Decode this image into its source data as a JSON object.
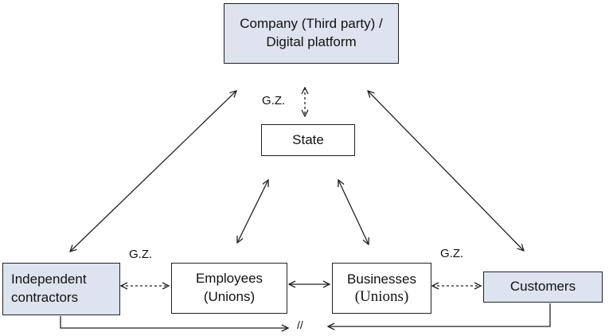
{
  "colors": {
    "shaded_fill": "#dde3ef",
    "plain_fill": "#ffffff",
    "stroke": "#222222"
  },
  "nodes": {
    "company": {
      "text": "Company (Third party) /\nDigital platform"
    },
    "state": {
      "text": "State"
    },
    "independent": {
      "text": "Independent\ncontractors"
    },
    "employees": {
      "text": "Employees\n(Unions)"
    },
    "businesses_line1": {
      "text": "Businesses"
    },
    "businesses_line2": {
      "text": "(Unions)"
    },
    "customers": {
      "text": "Customers"
    }
  },
  "labels": {
    "gz_top": "G.Z.",
    "gz_left": "G.Z.",
    "gz_right": "G.Z.",
    "not_equal": "//"
  },
  "edges": [
    {
      "from": "company",
      "to": "state",
      "style": "dashed",
      "arrows": "both"
    },
    {
      "from": "company",
      "to": "independent",
      "style": "solid",
      "arrows": "both"
    },
    {
      "from": "company",
      "to": "customers",
      "style": "solid",
      "arrows": "both"
    },
    {
      "from": "state",
      "to": "employees",
      "style": "solid",
      "arrows": "both"
    },
    {
      "from": "state",
      "to": "businesses",
      "style": "solid",
      "arrows": "both"
    },
    {
      "from": "independent",
      "to": "employees",
      "style": "dashed",
      "arrows": "both"
    },
    {
      "from": "employees",
      "to": "businesses",
      "style": "solid",
      "arrows": "both"
    },
    {
      "from": "businesses",
      "to": "customers",
      "style": "dashed",
      "arrows": "both"
    },
    {
      "from": "independent",
      "to": "not_equal",
      "style": "solid",
      "arrows": "end"
    },
    {
      "from": "customers",
      "to": "not_equal",
      "style": "solid",
      "arrows": "end"
    }
  ]
}
